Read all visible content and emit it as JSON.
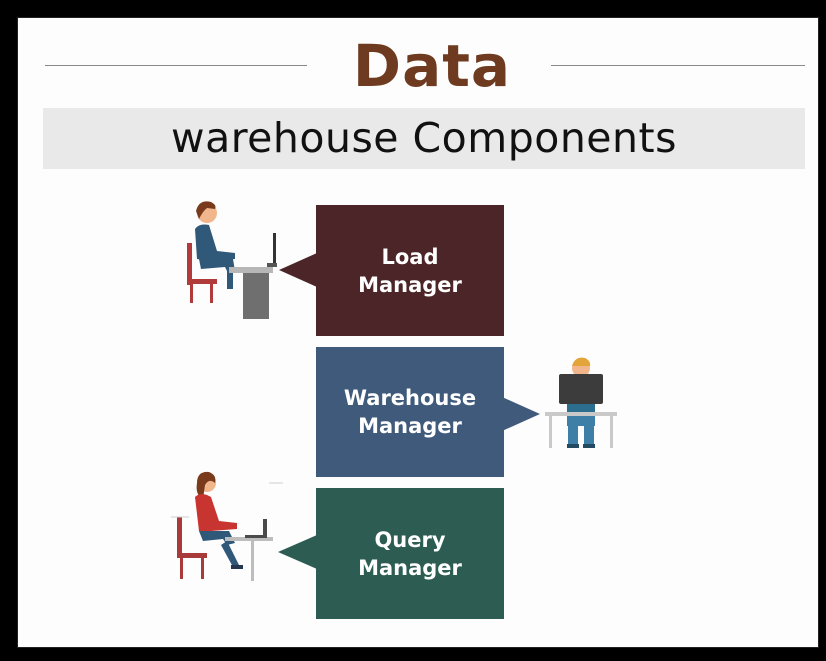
{
  "title": "Data",
  "subtitle": "warehouse Components",
  "components": [
    {
      "label": "Load\nManager",
      "color": "#4b2527"
    },
    {
      "label": "Warehouse\nManager",
      "color": "#3f5a7b"
    },
    {
      "label": "Query\nManager",
      "color": "#2d5c52"
    }
  ],
  "colors": {
    "title": "#6e3b21",
    "subtitle_band": "#e9e9e9",
    "frame": "#000000"
  },
  "icons": [
    "person-at-desk-icon",
    "person-at-monitor-icon",
    "person-at-laptop-icon"
  ]
}
